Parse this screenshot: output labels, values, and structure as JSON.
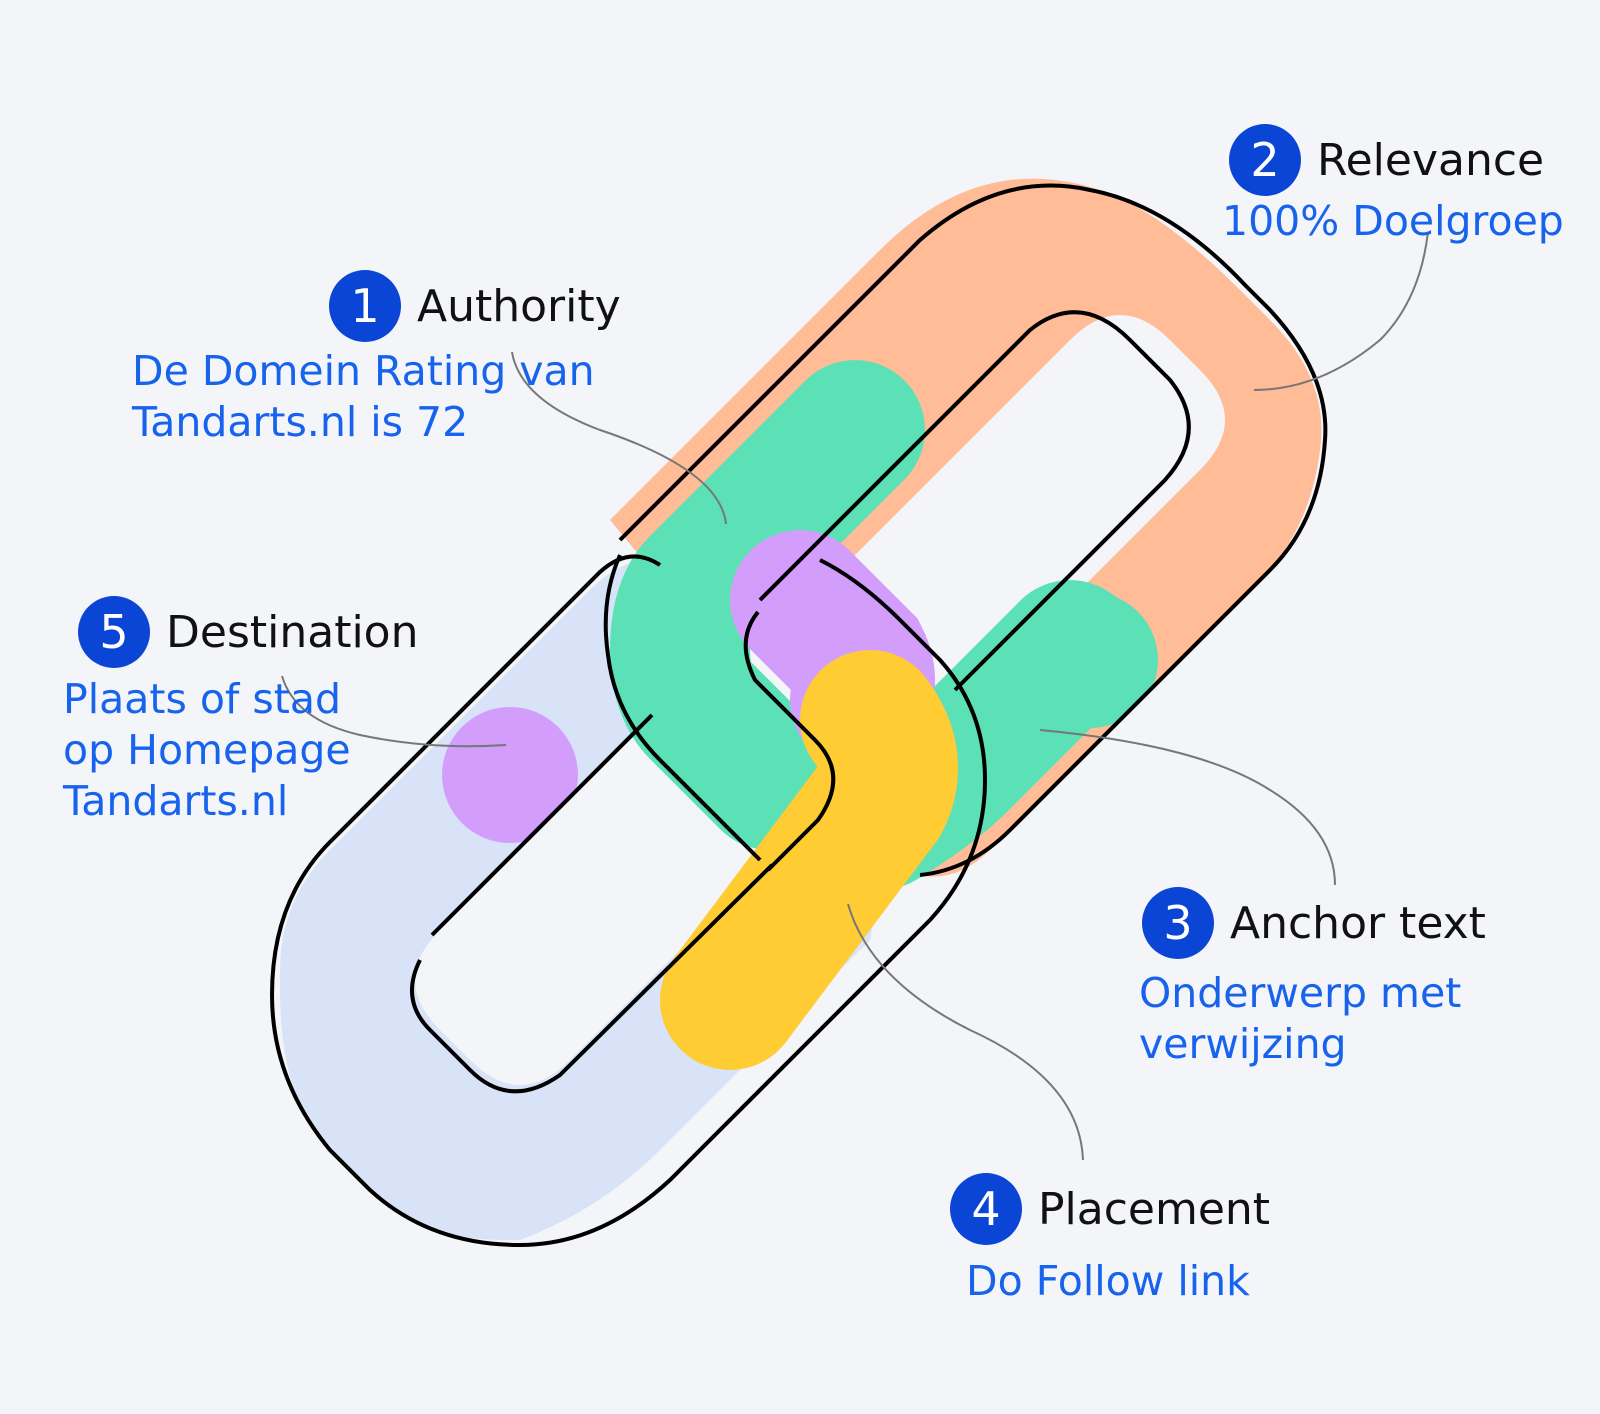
{
  "colors": {
    "background": "#f3f5f8",
    "badge": "#0b45d6",
    "description_text": "#1763ee",
    "title_text": "#111111",
    "leader_line": "#777777",
    "outline": "#000000",
    "link_bottom_base": "#d9e3f8",
    "link_top_base": "#ffbc96",
    "authority_segment": "#5ce1b7",
    "placement_segment": "#ffcc33",
    "destination_segment": "#d39dfc"
  },
  "icons": {
    "diagram": "chain-link-icon",
    "badge": "numbered-circle-badge"
  },
  "labels": [
    {
      "key": "authority",
      "number": "1",
      "title": "Authority",
      "description": "De Domein Rating van\nTandarts.nl is 72"
    },
    {
      "key": "relevance",
      "number": "2",
      "title": "Relevance",
      "description": "100% Doelgroep"
    },
    {
      "key": "anchor_text",
      "number": "3",
      "title": "Anchor text",
      "description": "Onderwerp met\nverwijzing"
    },
    {
      "key": "placement",
      "number": "4",
      "title": "Placement",
      "description": "Do Follow link"
    },
    {
      "key": "destination",
      "number": "5",
      "title": "Destination",
      "description": "Plaats of stad\nop Homepage\nTandarts.nl"
    }
  ]
}
